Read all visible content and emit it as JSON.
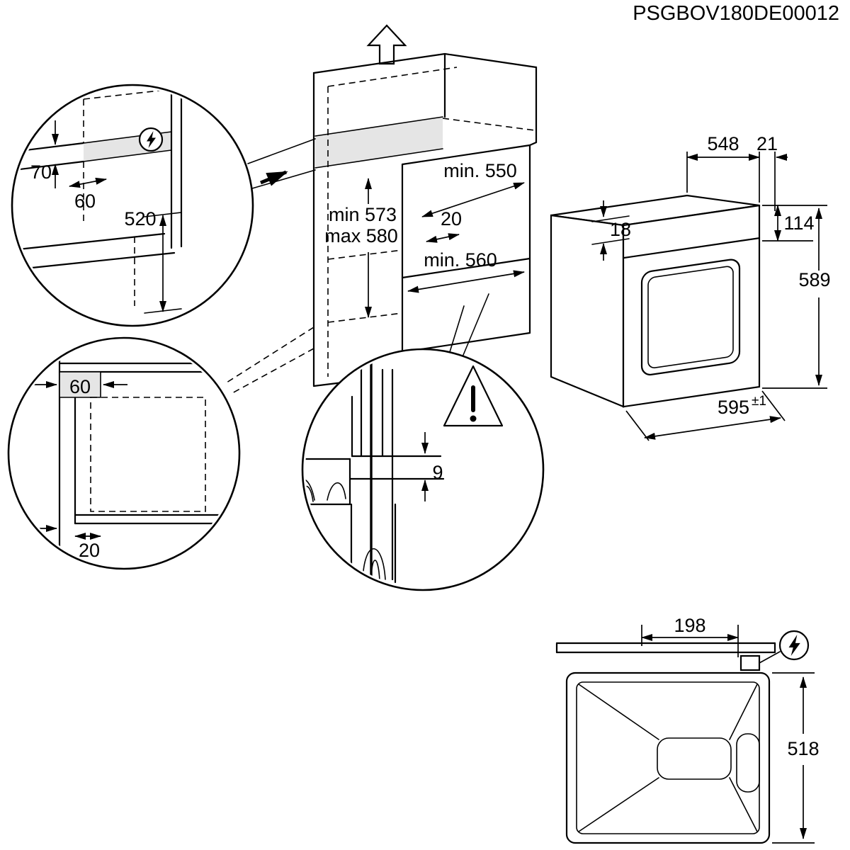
{
  "doc_code": "PSGBOV180DE00012",
  "cabinet_diagram": {
    "niche_depth": "min. 550",
    "rear_gap": "20",
    "niche_width": "min. 560",
    "niche_height_min": "min 573",
    "niche_height_max": "max 580"
  },
  "vent_detail": {
    "height": "70",
    "inset": "60",
    "length": "520"
  },
  "base_detail": {
    "side_panel": "60",
    "front_gap": "20"
  },
  "gap_detail": {
    "gap": "9"
  },
  "oven": {
    "depth": "548",
    "frame_offset": "21",
    "top_step": "18",
    "panel_height": "114",
    "height": "589",
    "width": "595",
    "width_tolerance": "±1"
  },
  "plan_view": {
    "connection_offset": "198",
    "depth": "518"
  },
  "icons": {
    "electrical": "lightning-bolt",
    "warning": "warning-triangle",
    "airflow": "up-arrow"
  }
}
